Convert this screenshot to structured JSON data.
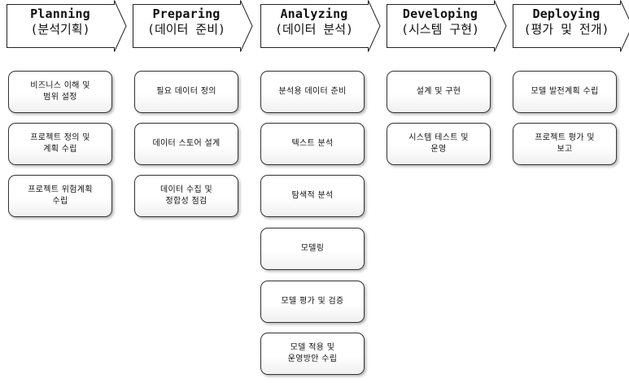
{
  "stages": [
    {
      "title": "Planning",
      "subtitle": "(분석기획)",
      "tasks": [
        "비즈니스 이해 및\n범위 설정",
        "프로젝트 정의 및\n계획 수립",
        "프로젝트 위험계획\n수립"
      ]
    },
    {
      "title": "Preparing",
      "subtitle": "(데이터 준비)",
      "tasks": [
        "필요 데이터 정의",
        "데이터 스토어 설계",
        "데이터 수집 및\n정합성 점검"
      ]
    },
    {
      "title": "Analyzing",
      "subtitle": "(데이터 분석)",
      "tasks": [
        "분석용 데이터 준비",
        "텍스트 분석",
        "탐색적 분석",
        "모델링",
        "모델 평가 및 검증",
        "모델 적용 및\n운영방안 수립"
      ]
    },
    {
      "title": "Developing",
      "subtitle": "(시스템 구현)",
      "tasks": [
        "설계 및 구현",
        "시스템 테스트 및\n운영"
      ]
    },
    {
      "title": "Deploying",
      "subtitle": "(평가 및 전개)",
      "tasks": [
        "모델 발전계획 수립",
        "프로젝트 평가 및\n보고"
      ]
    }
  ]
}
